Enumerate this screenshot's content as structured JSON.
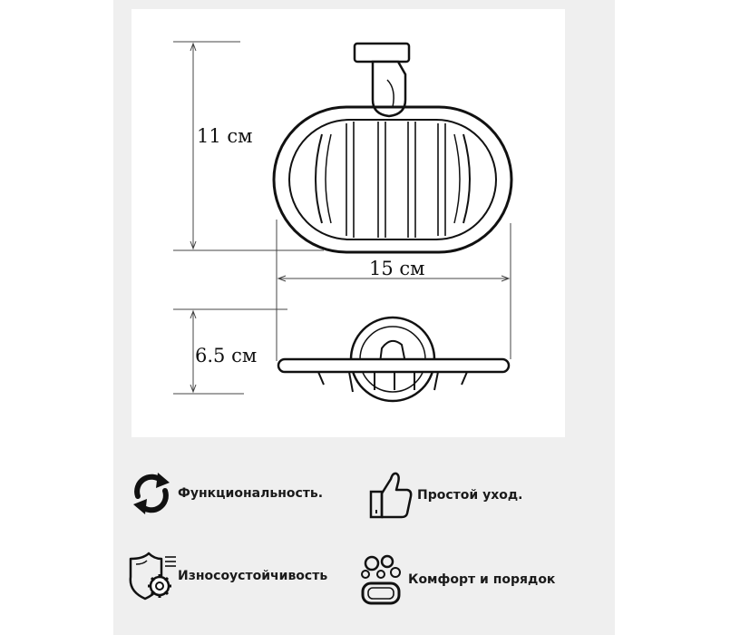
{
  "diagram": {
    "height_label": "11 см",
    "width_label": "15 см",
    "depth_label": "6.5 см"
  },
  "features": [
    {
      "label": "Функциональность.",
      "icon": "refresh-arrows-icon"
    },
    {
      "label": "Простой уход.",
      "icon": "thumbs-up-icon"
    },
    {
      "label": "Износоустойчивость",
      "icon": "shield-gear-icon"
    },
    {
      "label": "Комфорт и порядок",
      "icon": "soap-bubbles-icon"
    }
  ]
}
